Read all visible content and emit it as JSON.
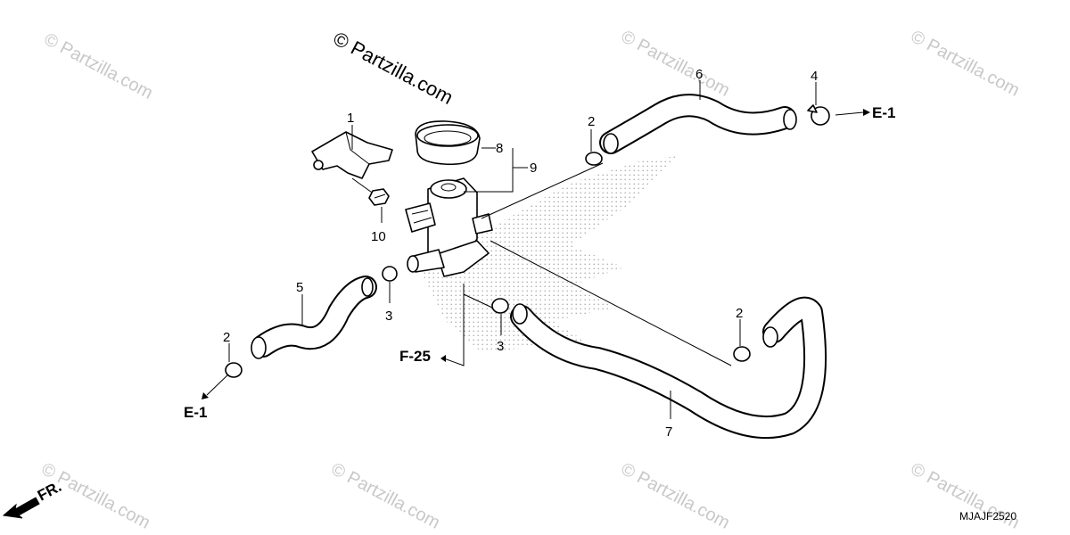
{
  "watermark": {
    "main": "© Partzilla.com",
    "repeat": "© Partzilla.com"
  },
  "callouts": {
    "c1": "1",
    "c2a": "2",
    "c2b": "2",
    "c2c": "2",
    "c3a": "3",
    "c3b": "3",
    "c4": "4",
    "c5": "5",
    "c6": "6",
    "c7": "7",
    "c8": "8",
    "c9": "9",
    "c10": "10"
  },
  "refs": {
    "e1_top": "E-1",
    "e1_bottom": "E-1",
    "f25": "F-25",
    "fr": "FR."
  },
  "diagram_code": "MJAJF2520",
  "colors": {
    "line": "#000000",
    "watermark": "#c8c8c8",
    "stipple": "#9a9a9a"
  }
}
